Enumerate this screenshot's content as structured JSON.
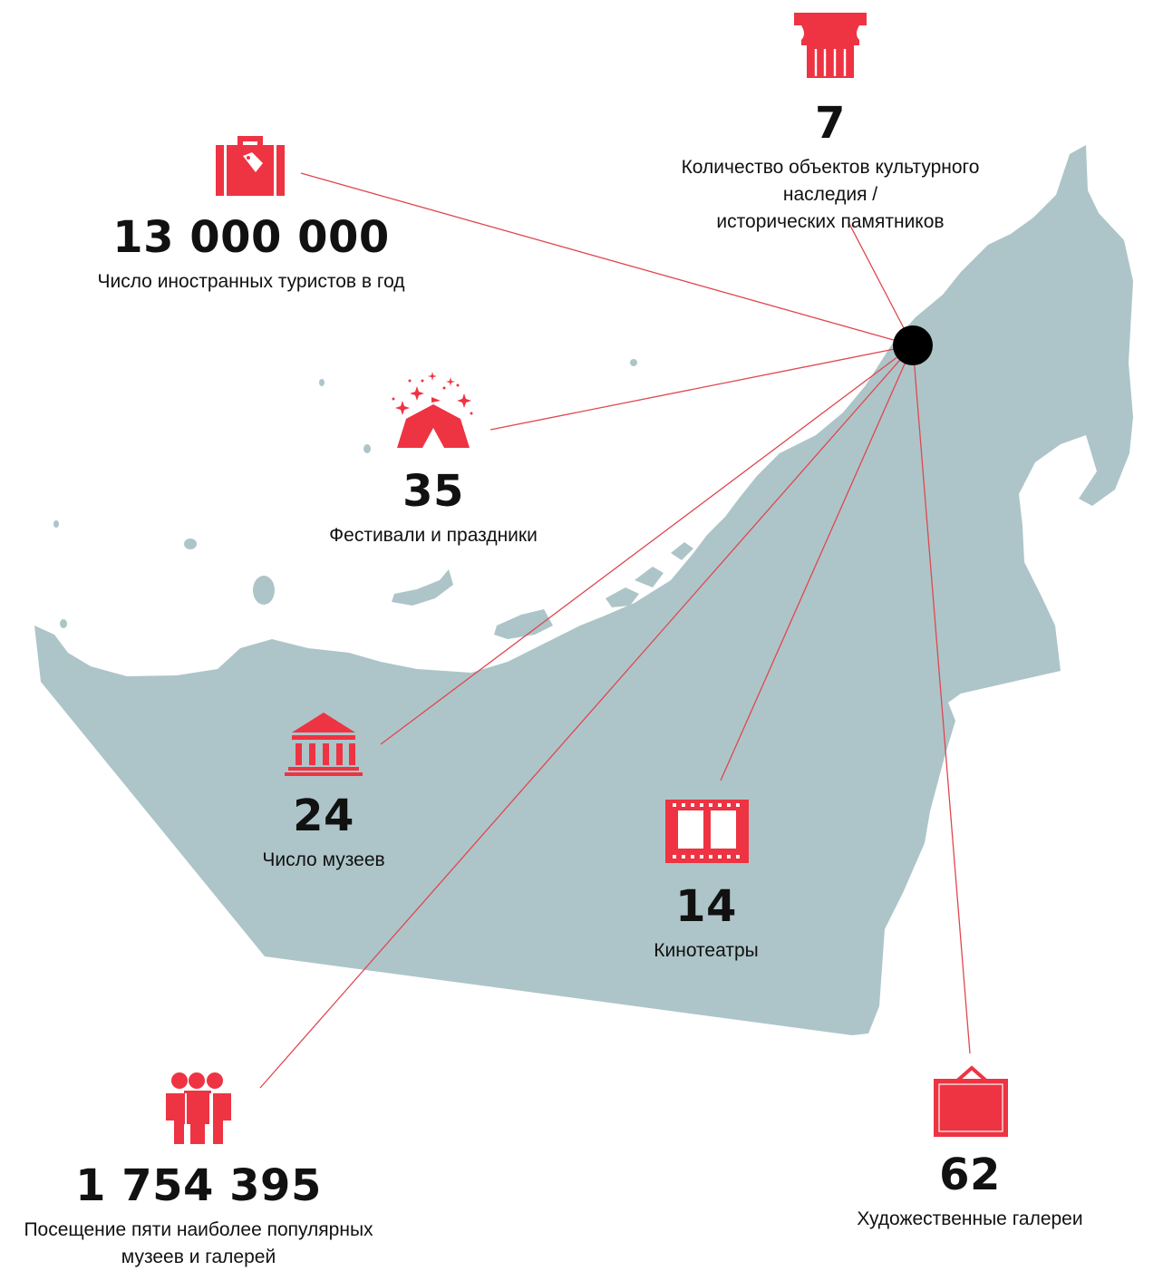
{
  "colors": {
    "map": "#adc5c8",
    "accent": "#ee3342",
    "line": "#e0474f",
    "hub": "#000000",
    "text": "#111111"
  },
  "stats": [
    {
      "id": "heritage",
      "icon": "column-icon",
      "number": "7",
      "label": "Количество объектов культурного наследия /\nисторических памятников"
    },
    {
      "id": "tourists",
      "icon": "suitcase-icon",
      "number": "13 000 000",
      "label": "Число иностранных туристов в год"
    },
    {
      "id": "festivals",
      "icon": "tent-icon",
      "number": "35",
      "label": "Фестивали и праздники"
    },
    {
      "id": "museums",
      "icon": "museum-icon",
      "number": "24",
      "label": "Число музеев"
    },
    {
      "id": "cinemas",
      "icon": "film-icon",
      "number": "14",
      "label": "Кинотеатры"
    },
    {
      "id": "visitors",
      "icon": "people-icon",
      "number": "1 754 395",
      "label": "Посещение пяти наиболее популярных\nмузеев и галерей"
    },
    {
      "id": "galleries",
      "icon": "frame-icon",
      "number": "62",
      "label": "Художественные галереи"
    }
  ]
}
